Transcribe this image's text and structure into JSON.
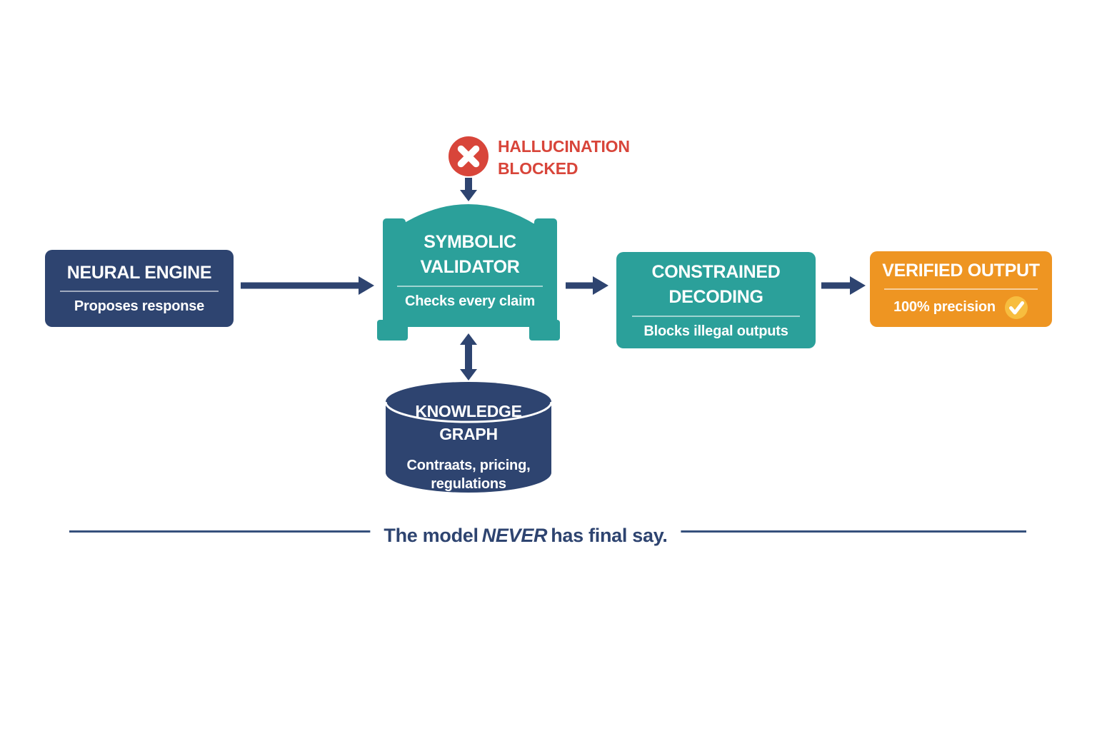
{
  "nodes": {
    "neural": {
      "title": "NEURAL ENGINE",
      "subtitle": "Proposes response"
    },
    "validator": {
      "title1": "SYMBOLIC",
      "title2": "VALIDATOR",
      "subtitle": "Checks every claim"
    },
    "decoding": {
      "title1": "CONSTRAINED",
      "title2": "DECODING",
      "subtitle": "Blocks illegal outputs"
    },
    "output": {
      "title": "VERIFIED OUTPUT",
      "subtitle": "100% precision"
    },
    "knowledge": {
      "title": "KNOWLEDGE GRAPH",
      "subtitle1": "Contraats, pricing,",
      "subtitle2": "regulations"
    }
  },
  "callout": {
    "line1": "HALLUCINATION",
    "line2": "BLOCKED"
  },
  "footer": {
    "prefix": "The model",
    "emphasis": "NEVER",
    "suffix": "has final say."
  },
  "icons": {
    "blocked": "x-circle-icon",
    "verified": "check-circle-icon"
  },
  "colors": {
    "navy": "#2e4470",
    "teal": "#2ba09a",
    "orange": "#ee9522",
    "red": "#d8453a",
    "gold": "#f7bd3f",
    "line": "#35507c",
    "white": "#ffffff"
  }
}
